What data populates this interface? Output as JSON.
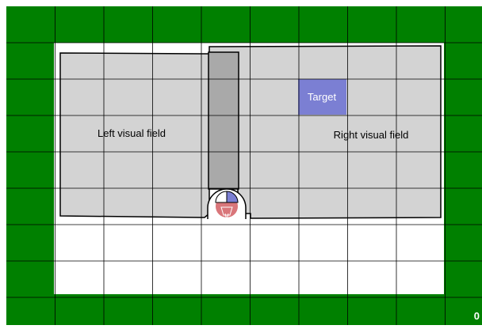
{
  "grid": {
    "columns": 10,
    "rows": 9
  },
  "colors": {
    "wall": "#008000",
    "floor": "#ffffff",
    "grid_line": "#000000",
    "visual_field": "#d3d3d3",
    "overlap_field": "#a9a9a9",
    "target": "#7b7fd3",
    "agent_body": "#d9767a",
    "agent_eye_left": "#ffffff",
    "agent_eye_right": "#7b7fd3",
    "label_on_target": "#ffffff",
    "label": "#000000"
  },
  "labels": {
    "left_field": "Left visual field",
    "right_field": "Right visual field",
    "target": "Target"
  },
  "score": "0"
}
